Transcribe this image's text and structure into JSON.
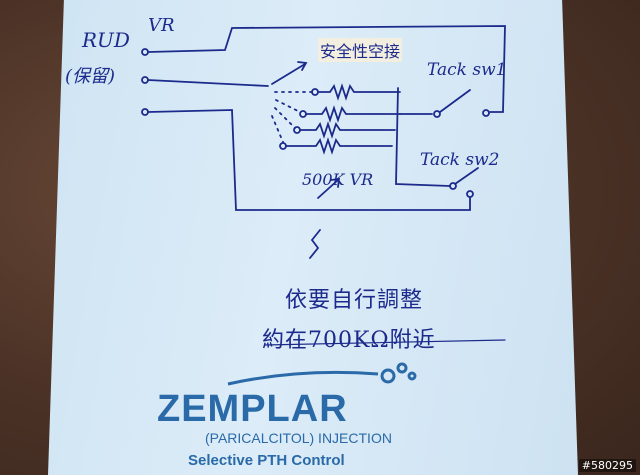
{
  "labels": {
    "rud": "RUD",
    "vr": "VR",
    "paren": "(保留)",
    "safe": "安全性空接",
    "tack1": "Tack sw1",
    "tack2": "Tack sw2",
    "r500k": "500K VR",
    "note_line1": "依要自行調整",
    "note_line2": "約在700KΩ附近"
  },
  "logo": {
    "word": "ZEMPLAR",
    "sub": "(PARICALCITOL) INJECTION",
    "tagline": "Selective PTH Control"
  },
  "watermark": "#580295",
  "colors": {
    "ink": "#1c2a8c",
    "logo": "#2a6aa8",
    "paper": "#d6e8f6",
    "background": "#4b3226"
  }
}
